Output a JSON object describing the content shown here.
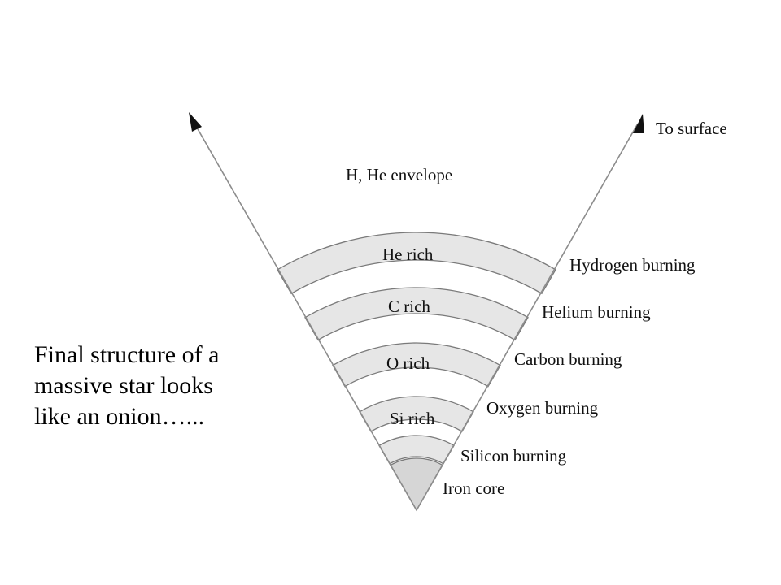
{
  "diagram": {
    "outer_label": "H, He envelope",
    "surface_label": "To surface",
    "zones": [
      {
        "name": "He rich",
        "boundary": "Hydrogen burning"
      },
      {
        "name": "C rich",
        "boundary": "Helium burning"
      },
      {
        "name": "O rich",
        "boundary": "Carbon burning"
      },
      {
        "name": "Si rich",
        "boundary": "Oxygen burning"
      }
    ],
    "innermost_boundary": "Silicon burning",
    "core_label": "Iron core",
    "colors": {
      "band": "#e6e6e6",
      "core": "#d6d6d6",
      "outline": "#7a7a7a"
    }
  },
  "caption": {
    "lines": [
      "Final structure of a",
      "massive star looks",
      "like an onion…..."
    ]
  }
}
